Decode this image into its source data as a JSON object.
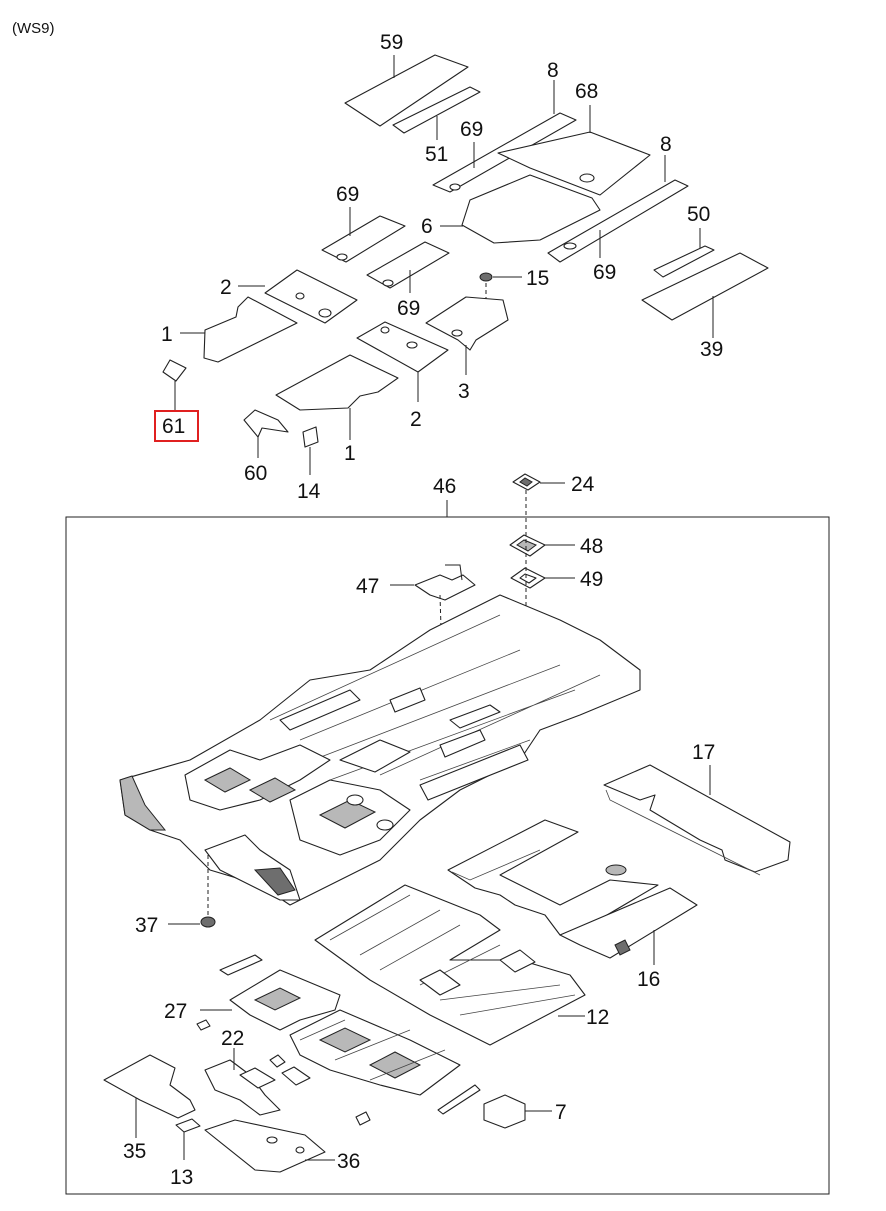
{
  "page_tag": "(WS9)",
  "highlight_color": "#e02020",
  "callouts": [
    {
      "id": "c59",
      "text": "59"
    },
    {
      "id": "c8a",
      "text": "8"
    },
    {
      "id": "c68",
      "text": "68"
    },
    {
      "id": "c69a",
      "text": "69"
    },
    {
      "id": "c51",
      "text": "51"
    },
    {
      "id": "c8b",
      "text": "8"
    },
    {
      "id": "c69b",
      "text": "69"
    },
    {
      "id": "c6",
      "text": "6"
    },
    {
      "id": "c50",
      "text": "50"
    },
    {
      "id": "c69c",
      "text": "69"
    },
    {
      "id": "c2a",
      "text": "2"
    },
    {
      "id": "c15",
      "text": "15"
    },
    {
      "id": "c69d",
      "text": "69"
    },
    {
      "id": "c39",
      "text": "39"
    },
    {
      "id": "c1a",
      "text": "1"
    },
    {
      "id": "c3",
      "text": "3"
    },
    {
      "id": "c2b",
      "text": "2"
    },
    {
      "id": "c61",
      "text": "61"
    },
    {
      "id": "c1b",
      "text": "1"
    },
    {
      "id": "c60",
      "text": "60"
    },
    {
      "id": "c14",
      "text": "14"
    },
    {
      "id": "c46",
      "text": "46"
    },
    {
      "id": "c24",
      "text": "24"
    },
    {
      "id": "c48",
      "text": "48"
    },
    {
      "id": "c47",
      "text": "47"
    },
    {
      "id": "c49",
      "text": "49"
    },
    {
      "id": "c17",
      "text": "17"
    },
    {
      "id": "c37",
      "text": "37"
    },
    {
      "id": "c16",
      "text": "16"
    },
    {
      "id": "c27",
      "text": "27"
    },
    {
      "id": "c12",
      "text": "12"
    },
    {
      "id": "c22",
      "text": "22"
    },
    {
      "id": "c7",
      "text": "7"
    },
    {
      "id": "c35",
      "text": "35"
    },
    {
      "id": "c36",
      "text": "36"
    },
    {
      "id": "c13",
      "text": "13"
    }
  ]
}
